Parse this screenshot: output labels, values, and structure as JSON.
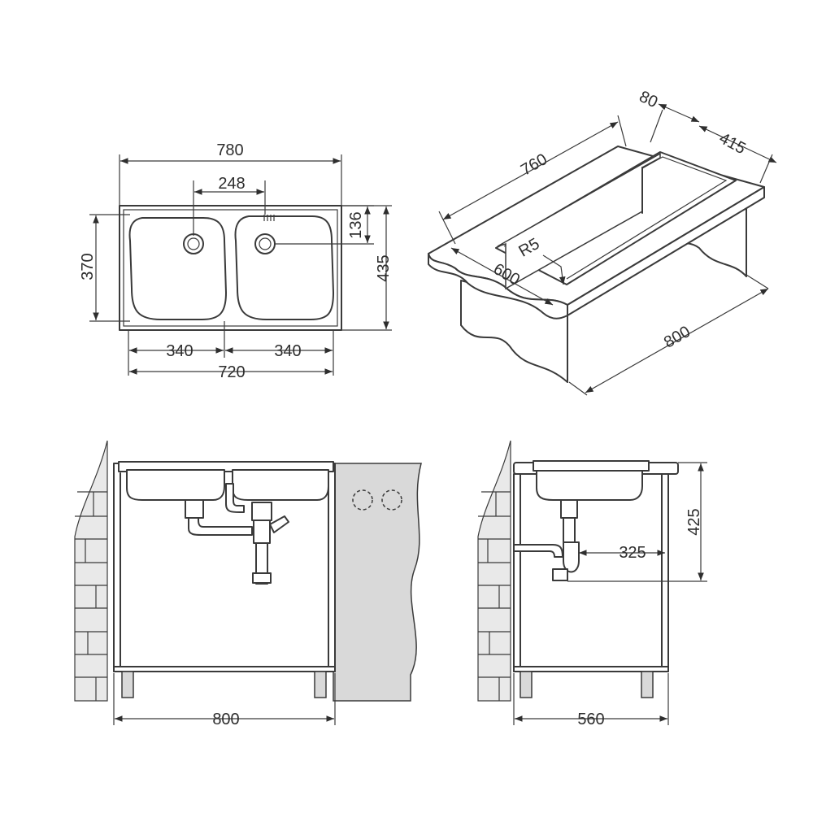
{
  "top_view": {
    "overall_width": "780",
    "waste_spacing": "248",
    "tap_hole_offset": "136",
    "bowl_depth": "370",
    "overall_depth": "435",
    "left_bowl_width": "340",
    "right_bowl_width": "340",
    "bowls_total_width": "720"
  },
  "iso_view": {
    "worktop_length": "760",
    "edge_margin": "80",
    "depth": "415",
    "corner_radius": "R5",
    "worktop_depth": "600",
    "cabinet_width": "800"
  },
  "front_view": {
    "cabinet_width": "800"
  },
  "side_view": {
    "waste_offset": "325",
    "height": "425",
    "cabinet_depth": "560"
  }
}
